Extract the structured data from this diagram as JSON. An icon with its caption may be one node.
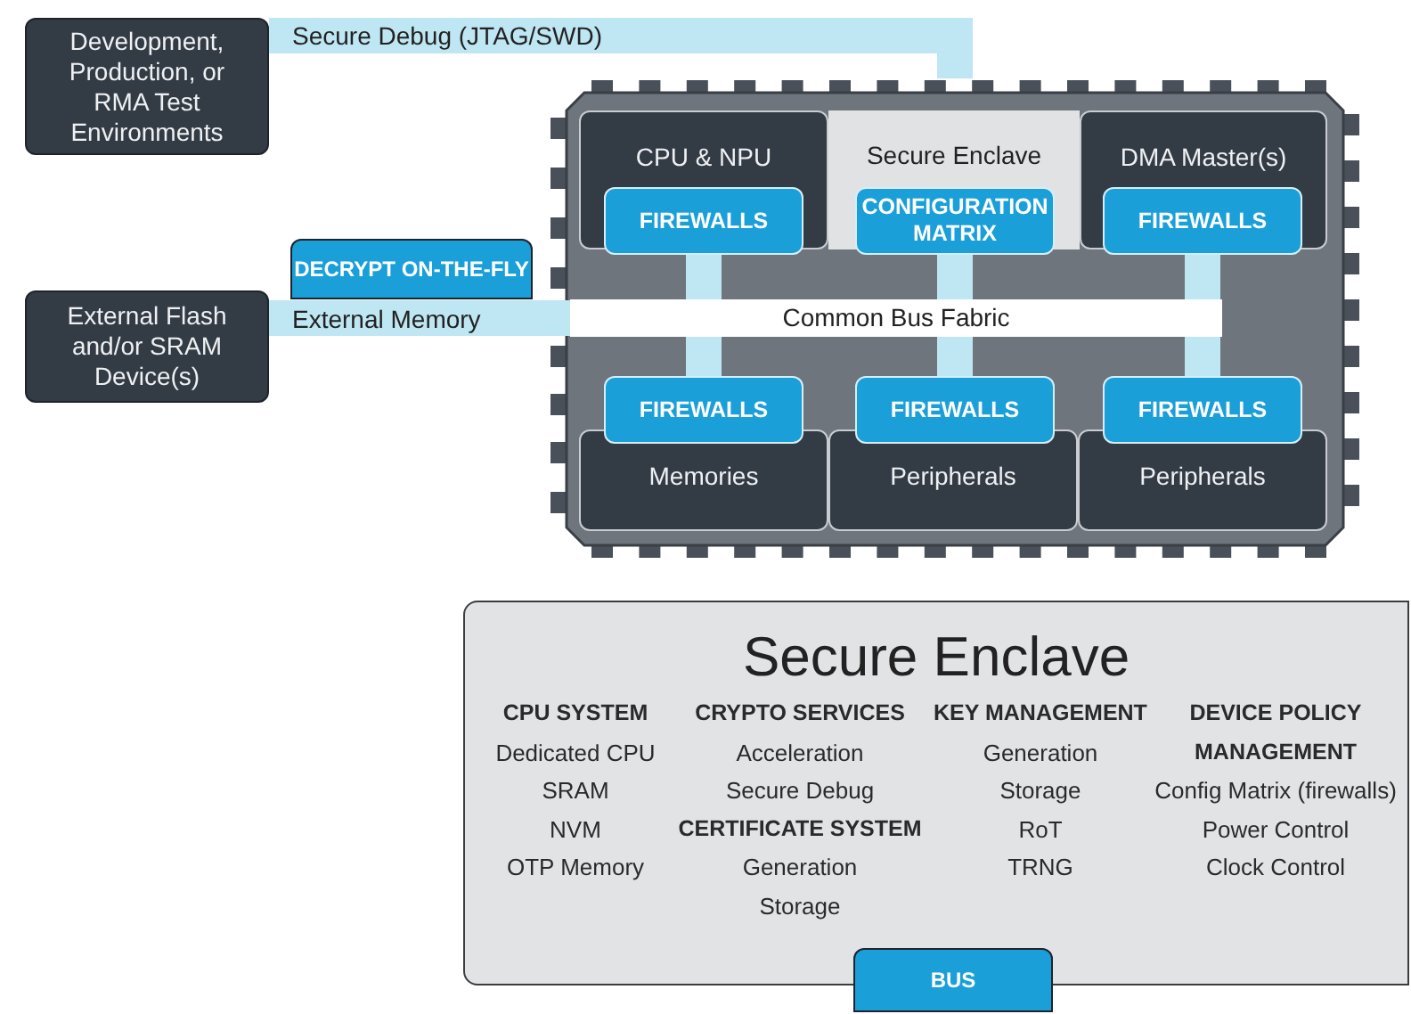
{
  "diagram": {
    "nodes": [
      {
        "text": [
          "Development, Production, or RMA Test Environments"
        ]
      },
      {
        "text": [
          "External Flash and/or SRAM Device(s)"
        ]
      },
      {
        "text": [],
        "shape": "box"
      },
      {
        "text": [
          "CPU & NPU"
        ],
        "in": 2
      },
      {
        "text": [
          "Secure Enclave"
        ],
        "in": 2
      },
      {
        "text": [
          "DMA Master(s)"
        ],
        "in": 2
      },
      {
        "text": [
          "FIREWALLS"
        ],
        "in": 2
      },
      {
        "text": [
          "CONFIGURATION MATRIX"
        ],
        "in": 2
      },
      {
        "text": [
          "FIREWALLS"
        ],
        "in": 2
      },
      {
        "text": [
          "Common Bus Fabric"
        ],
        "in": 2
      },
      {
        "text": [
          "FIREWALLS"
        ],
        "in": 2
      },
      {
        "text": [
          "FIREWALLS"
        ],
        "in": 2
      },
      {
        "text": [
          "FIREWALLS"
        ],
        "in": 2
      },
      {
        "text": [
          "Memories"
        ],
        "in": 2
      },
      {
        "text": [
          "Peripherals"
        ],
        "in": 2
      },
      {
        "text": [
          "Peripherals"
        ],
        "in": 2
      },
      {
        "text": [
          "DECRYPT ON-THE-FLY"
        ]
      },
      {
        "text": [
          "Secure Enclave",
          "CPU SYSTEM",
          "Dedicated CPU",
          "SRAM",
          "NVM",
          "OTP Memory",
          "CRYPTO SERVICES",
          "Acceleration",
          "Secure Debug",
          "CERTIFICATE SYSTEM",
          "Generation",
          "Storage",
          "KEY MANAGEMENT",
          "Generation",
          "Storage",
          "RoT",
          "TRNG",
          "DEVICE POLICY MANAGEMENT",
          "Config Matrix (firewalls)",
          "Power Control",
          "Clock Control"
        ]
      },
      {
        "text": [
          "BUS"
        ]
      }
    ],
    "edges": [
      {
        "from": 0,
        "to": 2,
        "arrow": "none",
        "label": "Secure Debug (JTAG/SWD)"
      },
      {
        "from": 1,
        "to": 9,
        "arrow": "none",
        "label": "External Memory"
      },
      {
        "from": 6,
        "to": 9,
        "arrow": "none"
      },
      {
        "from": 7,
        "to": 9,
        "arrow": "none"
      },
      {
        "from": 8,
        "to": 9,
        "arrow": "none"
      },
      {
        "from": 9,
        "to": 10,
        "arrow": "none"
      },
      {
        "from": 9,
        "to": 11,
        "arrow": "none"
      },
      {
        "from": 9,
        "to": 12,
        "arrow": "none"
      }
    ]
  }
}
